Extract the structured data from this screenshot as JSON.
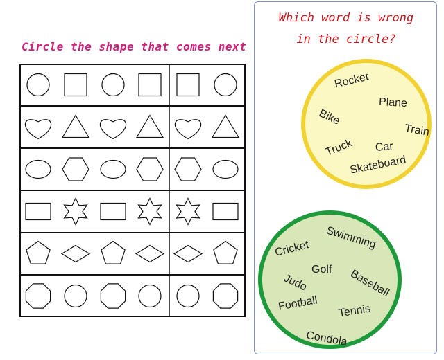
{
  "worksheet": {
    "title": "Circle the shape that comes next",
    "title_color": "#d1207a",
    "rows": [
      {
        "sequence": [
          "circle",
          "square",
          "circle",
          "square"
        ],
        "answer_choices": [
          "square",
          "circle"
        ]
      },
      {
        "sequence": [
          "heart",
          "triangle",
          "heart",
          "triangle"
        ],
        "answer_choices": [
          "heart",
          "triangle"
        ]
      },
      {
        "sequence": [
          "oval",
          "hexagon",
          "oval",
          "hexagon"
        ],
        "answer_choices": [
          "hexagon",
          "oval"
        ]
      },
      {
        "sequence": [
          "rectangle",
          "star",
          "rectangle",
          "star"
        ],
        "answer_choices": [
          "star",
          "rectangle"
        ]
      },
      {
        "sequence": [
          "pentagon",
          "diamond",
          "pentagon",
          "diamond"
        ],
        "answer_choices": [
          "diamond",
          "pentagon"
        ]
      },
      {
        "sequence": [
          "octagon",
          "circle",
          "octagon",
          "circle"
        ],
        "answer_choices": [
          "circle",
          "octagon"
        ]
      }
    ]
  },
  "puzzle": {
    "title_line1": "Which word is wrong",
    "title_line2": "in the circle?",
    "title_color": "#c8161d",
    "circles": [
      {
        "name": "vehicles-circle",
        "fill": "#fcf8c4",
        "border": "#f2d232",
        "words": [
          "Rocket",
          "Plane",
          "Bike",
          "Train",
          "Truck",
          "Car",
          "Skateboard"
        ]
      },
      {
        "name": "sports-circle",
        "fill": "#d9e6b8",
        "border": "#1e9a3c",
        "words": [
          "Swimming",
          "Cricket",
          "Golf",
          "Baseball",
          "Judo",
          "Football",
          "Tennis",
          "Condola"
        ]
      }
    ]
  }
}
